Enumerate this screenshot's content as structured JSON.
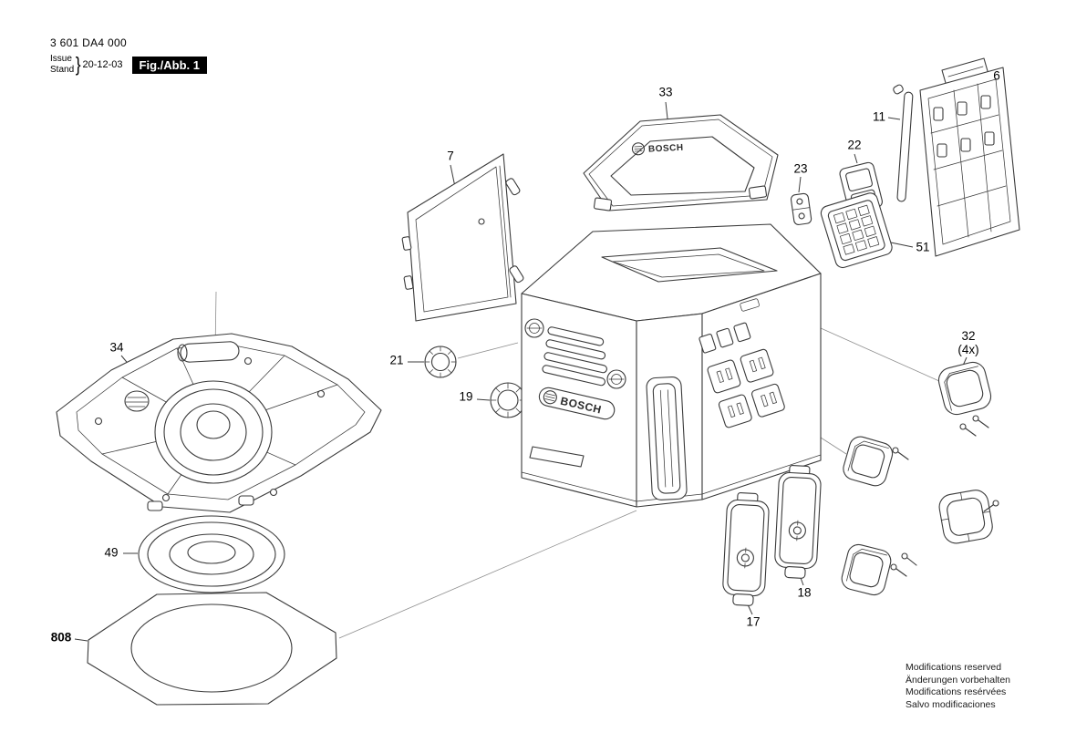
{
  "header": {
    "part_number": "3 601 DA4 000",
    "issue_label": "Issue",
    "stand_label": "Stand",
    "brace": "}",
    "date": "20-12-03",
    "figure_label": "Fig./Abb. 1"
  },
  "diagram": {
    "brand": "BOSCH"
  },
  "labels": {
    "l33": "33",
    "l7": "7",
    "l23": "23",
    "l22": "22",
    "l11": "11",
    "l6": "6",
    "l51": "51",
    "l21": "21",
    "l19": "19",
    "l34": "34",
    "l49": "49",
    "l808": "808",
    "l17": "17",
    "l18": "18",
    "l32": "32",
    "l32_qty": "(4x)"
  },
  "footer": {
    "line1": "Modifications reserved",
    "line2": "Änderungen vorbehalten",
    "line3": "Modifications resérvées",
    "line4": "Salvo modificaciones"
  }
}
